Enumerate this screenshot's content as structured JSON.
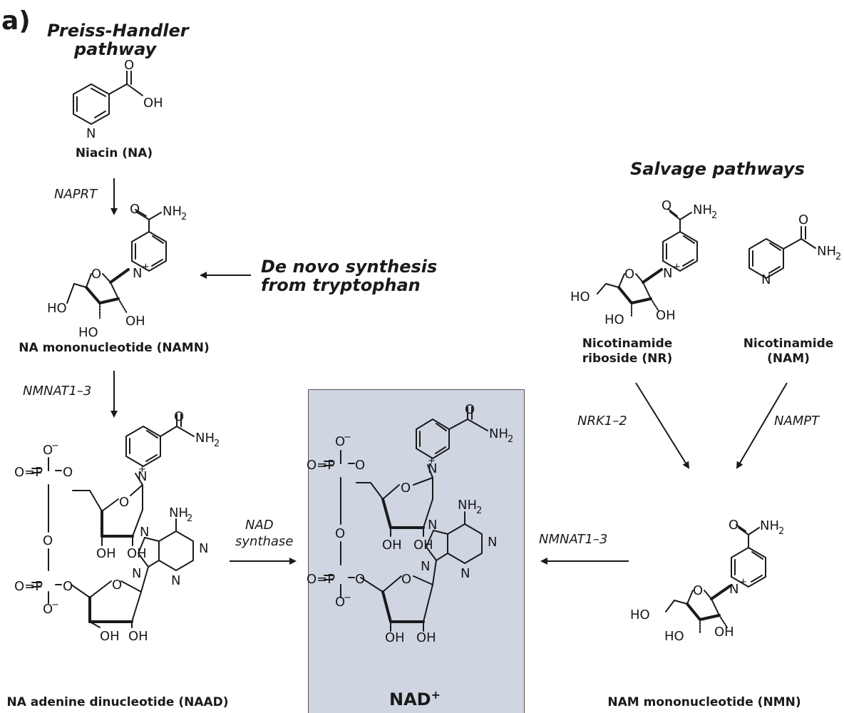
{
  "panel_label": "a)",
  "pathways": {
    "preiss_handler": [
      "Preiss-Handler",
      "pathway"
    ],
    "de_novo": [
      "De novo synthesis",
      "from tryptophan"
    ],
    "salvage": "Salvage pathways"
  },
  "compounds": {
    "niacin": "Niacin (NA)",
    "namn": "NA mononucleotide (NAMN)",
    "naad": "NA adenine dinucleotide (NAAD)",
    "nad": "NAD",
    "nad_charge": "+",
    "nr": [
      "Nicotinamide",
      "riboside (NR)"
    ],
    "nam": [
      "Nicotinamide",
      "(NAM)"
    ],
    "nmn": "NAM mononucleotide (NMN)"
  },
  "enzymes": {
    "naprt": "NAPRT",
    "nmnat_left": "NMNAT1–3",
    "nad_synthase": [
      "NAD",
      "synthase"
    ],
    "nrk": "NRK1–2",
    "nampt": "NAMPT",
    "nmnat_right": "NMNAT1–3"
  },
  "colors": {
    "nad_box": "#cfd6e2",
    "ink": "#1a1a1a"
  }
}
